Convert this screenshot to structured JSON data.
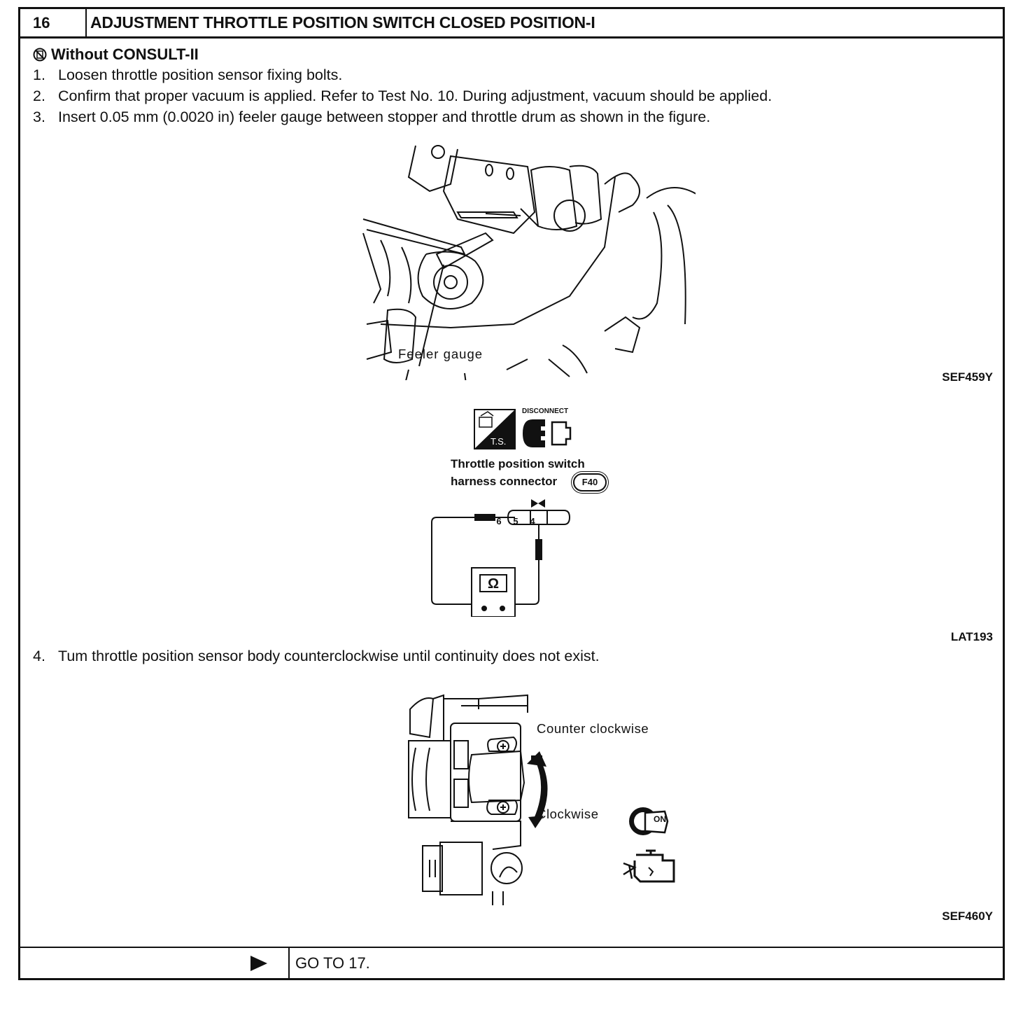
{
  "header": {
    "number": "16",
    "title": "ADJUSTMENT THROTTLE POSITION SWITCH CLOSED POSITION-I"
  },
  "subheading": "Without CONSULT-II",
  "steps": [
    {
      "num": "1.",
      "text": "Loosen throttle position sensor fixing bolts."
    },
    {
      "num": "2.",
      "text": "Confirm that proper vacuum is applied. Refer to Test No. 10. During adjustment, vacuum should be applied."
    },
    {
      "num": "3.",
      "text": "Insert 0.05 mm (0.0020 in) feeler gauge between stopper and throttle drum as shown in the figure."
    },
    {
      "num": "4.",
      "text": "Tum throttle position sensor body counterclockwise until continuity does not exist."
    }
  ],
  "figure1": {
    "code": "SEF459Y",
    "label": "Feeler gauge"
  },
  "figure2": {
    "code": "LAT193",
    "disconnect_label": "DISCONNECT",
    "ts_label": "T.S.",
    "connector_line1": "Throttle position switch",
    "connector_line2": "harness connector",
    "connector_id": "F40",
    "pins": [
      "6",
      "5",
      "4"
    ],
    "meter_symbol": "Ω"
  },
  "figure3": {
    "code": "SEF460Y",
    "label_ccw": "Counter clockwise",
    "label_cw": "Clockwise",
    "key_label": "ON"
  },
  "footer": {
    "action": "GO TO 17.",
    "arrow_icon": "play-arrow-icon"
  }
}
